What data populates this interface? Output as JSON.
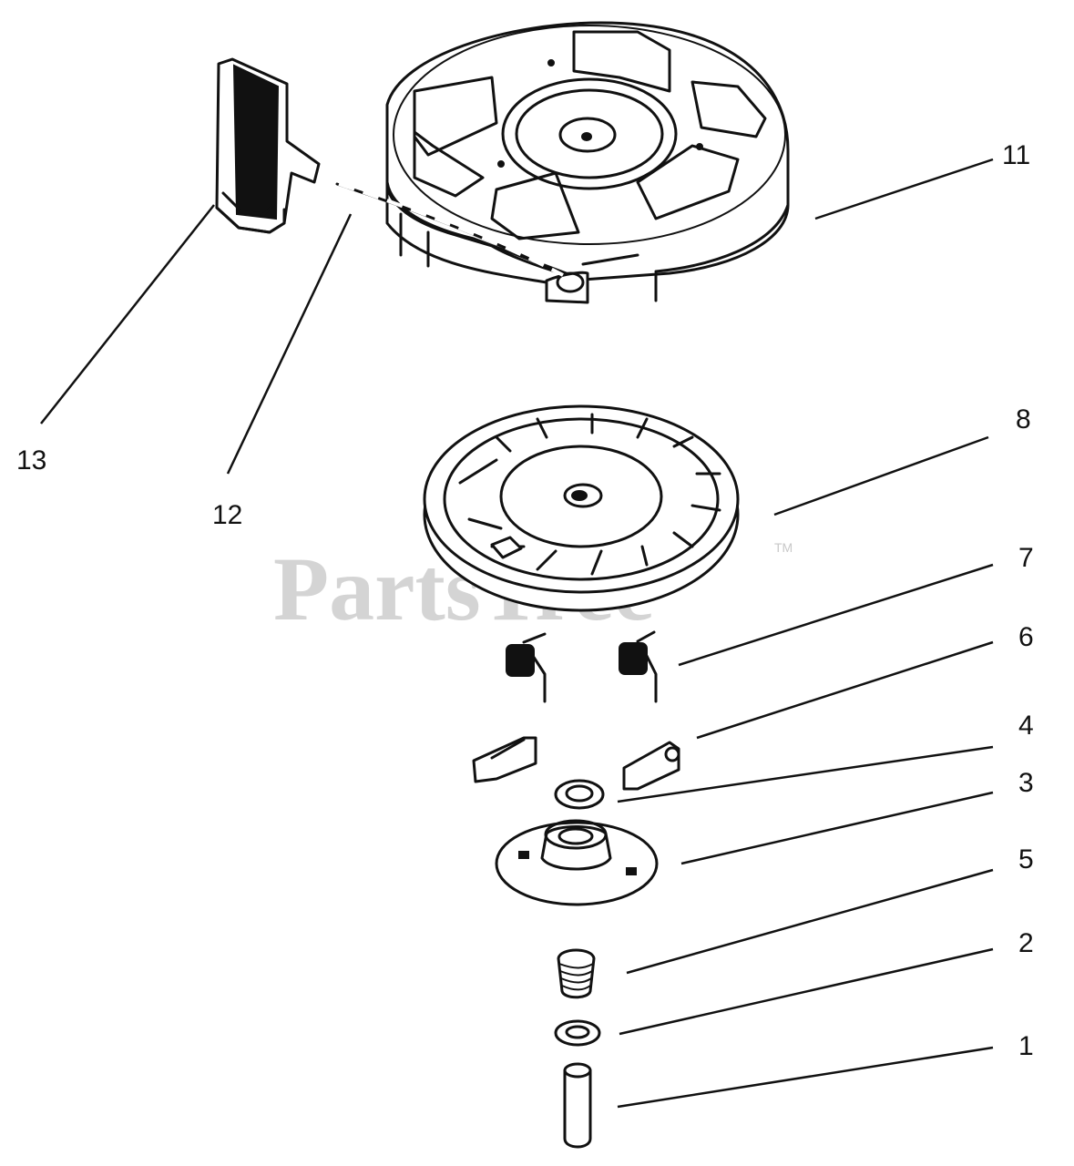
{
  "watermark": {
    "text": "PartsTree",
    "trademark": "TM"
  },
  "callouts": [
    {
      "id": "11",
      "label": "11"
    },
    {
      "id": "13",
      "label": "13"
    },
    {
      "id": "12",
      "label": "12"
    },
    {
      "id": "8",
      "label": "8"
    },
    {
      "id": "7",
      "label": "7"
    },
    {
      "id": "6",
      "label": "6"
    },
    {
      "id": "4",
      "label": "4"
    },
    {
      "id": "3",
      "label": "3"
    },
    {
      "id": "5",
      "label": "5"
    },
    {
      "id": "2",
      "label": "2"
    },
    {
      "id": "1",
      "label": "1"
    }
  ]
}
